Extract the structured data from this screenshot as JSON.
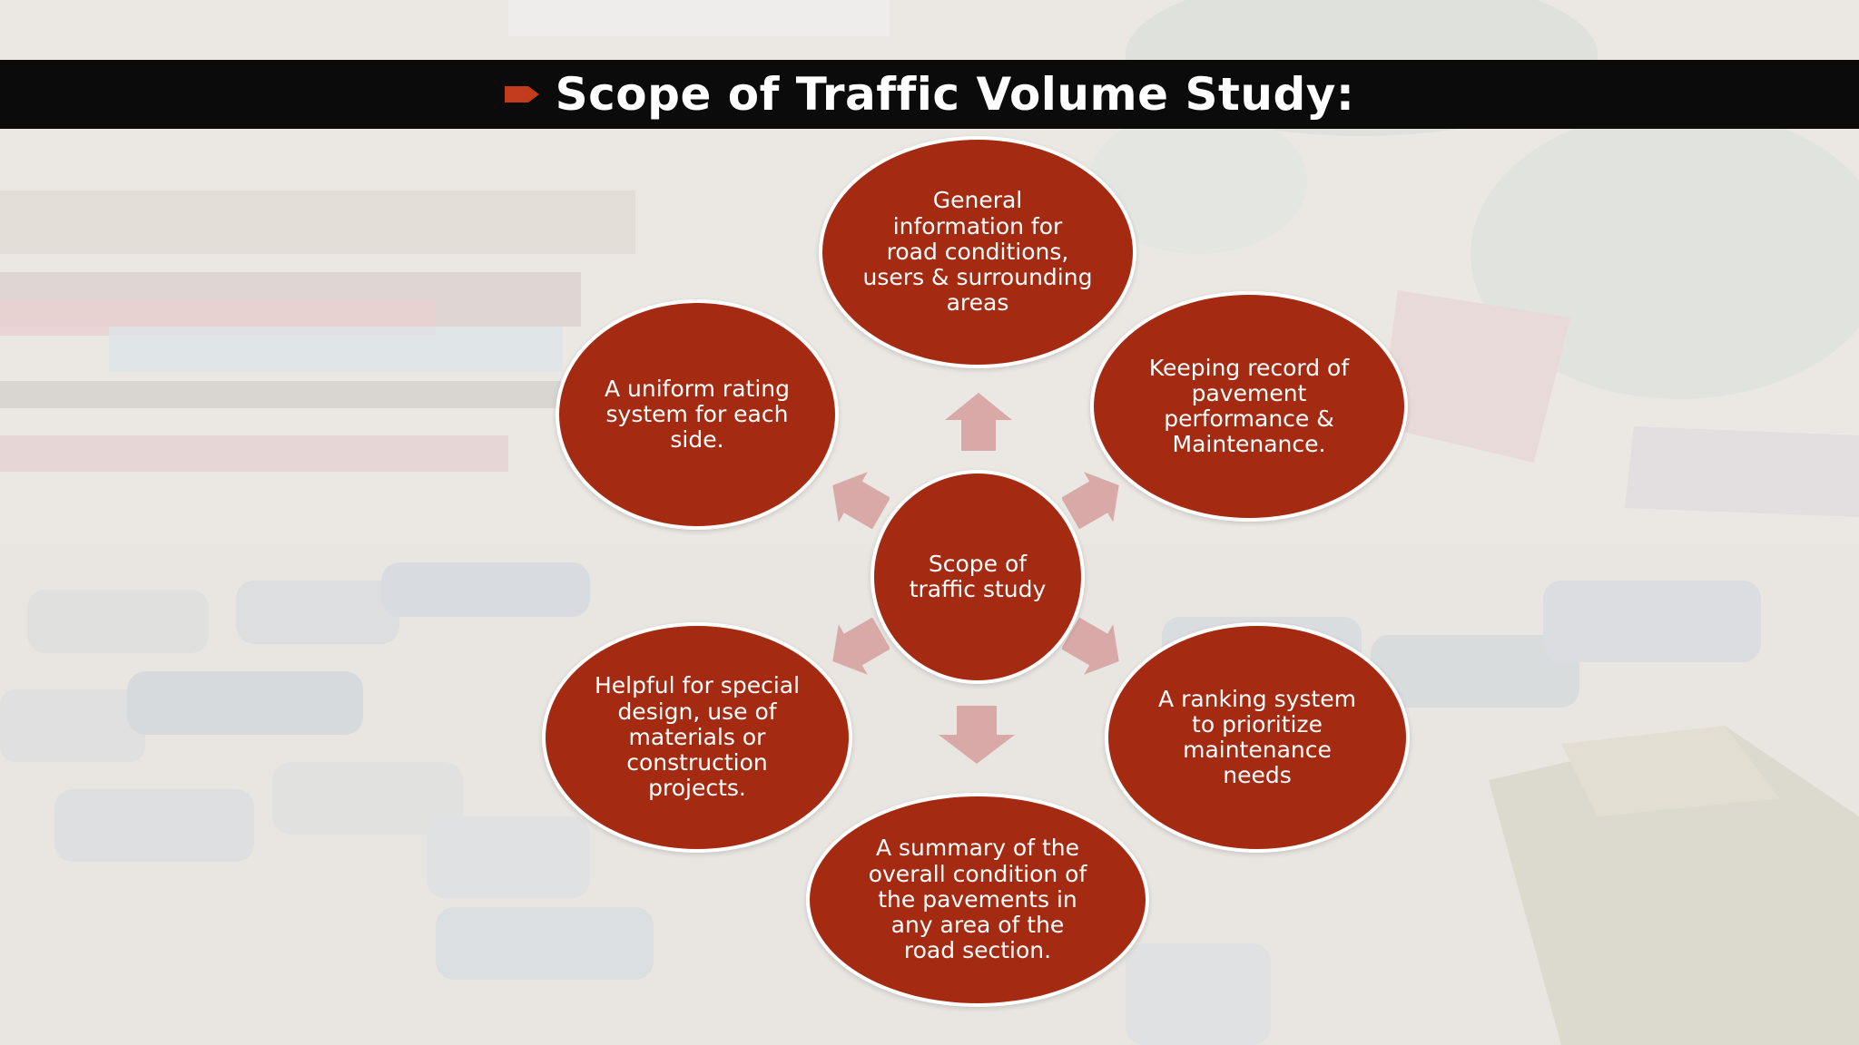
{
  "slide": {
    "title": "Scope of Traffic Volume Study:",
    "title_icon": "arrow-right-icon",
    "colors": {
      "title_bar": "#0b0b0b",
      "accent": "#c23b1d",
      "node_fill": "#a42b12",
      "arrow_fill": "#d8a9a7"
    }
  },
  "diagram": {
    "center": "Scope of\ntraffic study",
    "nodes": {
      "top": "General\ninformation for\nroad conditions,\nusers & surrounding\nareas",
      "upper_right": "Keeping record of\npavement\nperformance &\nMaintenance.",
      "lower_right": "A ranking system\nto prioritize\nmaintenance\nneeds",
      "bottom": "A summary of the\noverall condition of\nthe pavements in\nany area of the\nroad section.",
      "lower_left": "Helpful for special\ndesign, use of\nmaterials or\nconstruction\nprojects.",
      "upper_left": "A uniform rating\nsystem for each\nside."
    }
  }
}
